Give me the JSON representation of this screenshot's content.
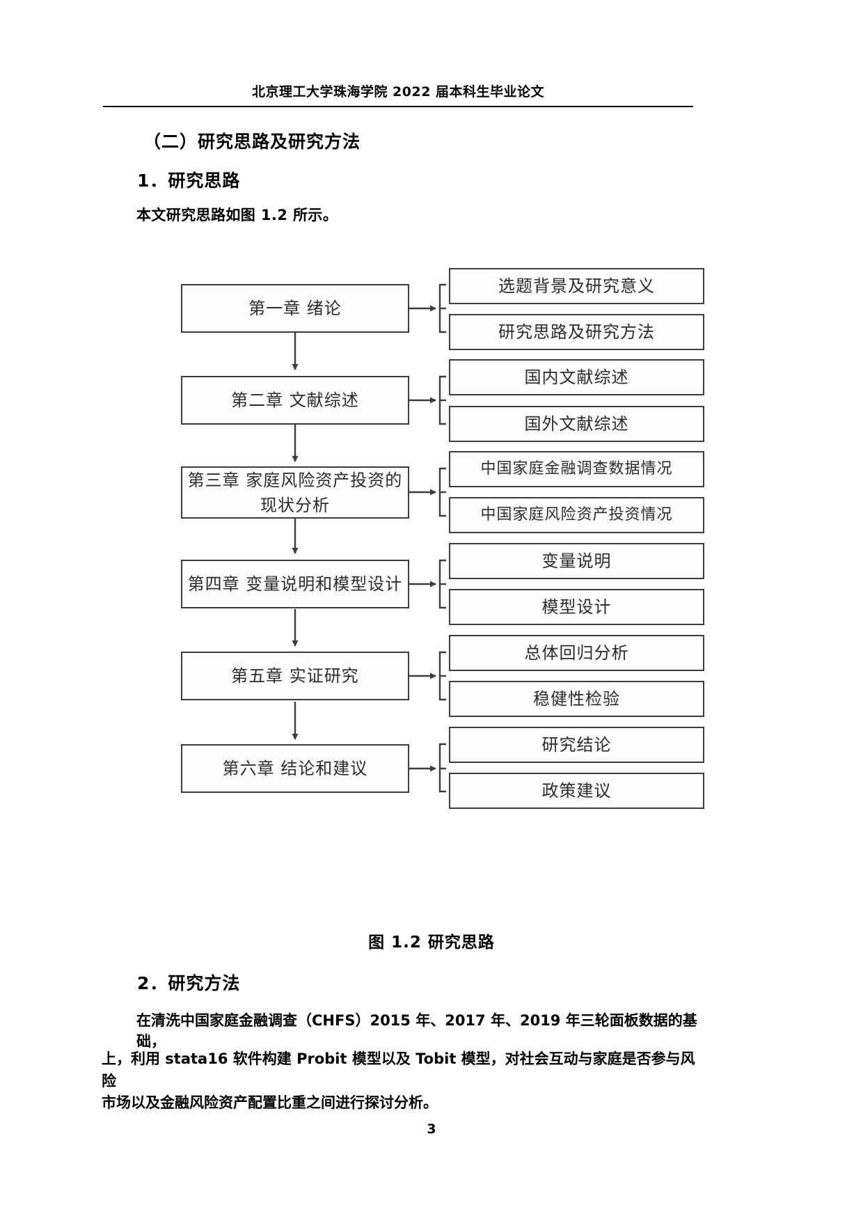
{
  "header": {
    "running_title": "北京理工大学珠海学院 2022 届本科生毕业论文"
  },
  "content": {
    "section_heading": "（二）研究思路及研究方法",
    "sub_heading_1": "1．研究思路",
    "intro_paragraph": "本文研究思路如图 1.2 所示。",
    "sub_heading_2": "2．研究方法",
    "method_line_1": "在清洗中国家庭金融调查（CHFS）2015 年、2017 年、2019 年三轮面板数据的基",
    "method_line_2": "础，",
    "method_line_3": "上，利用 stata16 软件构建 Probit 模型以及 Tobit 模型，对社会互动与家庭是否参与风",
    "method_line_4": "险",
    "method_line_5": "市场以及金融风险资产配置比重之间进行探讨分析。"
  },
  "figure": {
    "caption": "图 1.2 研究思路"
  },
  "page_number": "3",
  "chart_data": {
    "type": "diagram",
    "title": "图 1.2 研究思路",
    "orientation": "vertical-chain-with-branches",
    "nodes": [
      {
        "id": "ch1",
        "label": "第一章 绪论",
        "children": [
          "选题背景及研究意义",
          "研究思路及研究方法"
        ]
      },
      {
        "id": "ch2",
        "label": "第二章 文献综述",
        "children": [
          "国内文献综述",
          "国外文献综述"
        ]
      },
      {
        "id": "ch3",
        "label_line1": "第三章 家庭风险资产投资的",
        "label_line2": "现状分析",
        "children": [
          "中国家庭金融调查数据情况",
          "中国家庭风险资产投资情况"
        ]
      },
      {
        "id": "ch4",
        "label": "第四章 变量说明和模型设计",
        "children": [
          "变量说明",
          "模型设计"
        ]
      },
      {
        "id": "ch5",
        "label": "第五章 实证研究",
        "children": [
          "总体回归分析",
          "稳健性检验"
        ]
      },
      {
        "id": "ch6",
        "label": "第六章 结论和建议",
        "children": [
          "研究结论",
          "政策建议"
        ]
      }
    ],
    "flow_edges": [
      "第一章 绪论 → 第二章 文献综述",
      "第二章 文献综述 → 第三章 家庭风险资产投资的现状分析",
      "第三章 家庭风险资产投资的现状分析 → 第四章 变量说明和模型设计",
      "第四章 变量说明和模型设计 → 第五章 实证研究",
      "第五章 实证研究 → 第六章 结论和建议"
    ],
    "colors": {
      "box_border": "#3c3c3c",
      "text": "#2b2b2b",
      "connector": "#3c3c3c"
    }
  }
}
